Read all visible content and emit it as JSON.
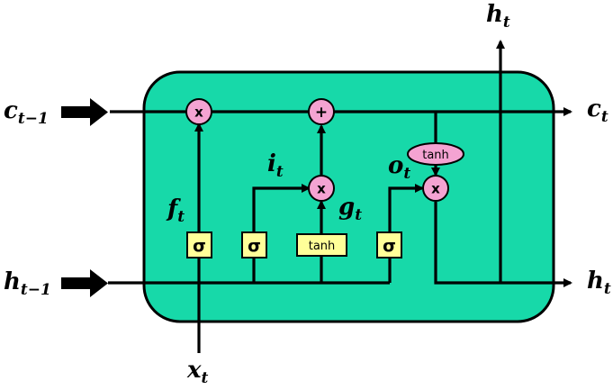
{
  "colors": {
    "cell_fill": "#17d9a9",
    "gate_fill": "#ffff99",
    "op_fill": "#f4a3d2",
    "line": "#000000"
  },
  "labels": {
    "c_prev": {
      "base": "c",
      "sub": "t−1"
    },
    "c_next": {
      "base": "c",
      "sub": "t"
    },
    "h_prev": {
      "base": "h",
      "sub": "t−1"
    },
    "h_next": {
      "base": "h",
      "sub": "t"
    },
    "h_top": {
      "base": "h",
      "sub": "t"
    },
    "x_in": {
      "base": "x",
      "sub": "t"
    },
    "f_gate": {
      "base": "f",
      "sub": "t"
    },
    "i_gate": {
      "base": "i",
      "sub": "t"
    },
    "g_gate": {
      "base": "g",
      "sub": "t"
    },
    "o_gate": {
      "base": "o",
      "sub": "t"
    }
  },
  "ops": {
    "multiply": "x",
    "add": "+",
    "sigma": "σ",
    "tanh": "tanh"
  }
}
